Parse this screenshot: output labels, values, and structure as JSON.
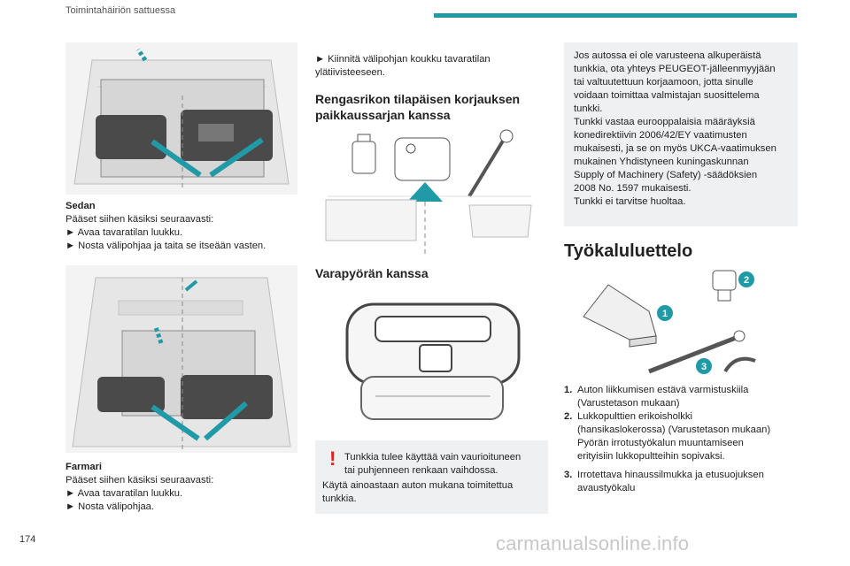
{
  "header": {
    "section_title": "Toimintahäiriön sattuessa",
    "accent_color": "#1f9aa6"
  },
  "page": {
    "number": "174"
  },
  "col1": {
    "sedan": {
      "title": "Sedan",
      "intro": "Pääset siihen käsiksi seuraavasti:",
      "steps": [
        "► Avaa tavaratilan luukku.",
        "► Nosta välipohjaa ja taita se itseään vasten."
      ]
    },
    "farmari": {
      "title": "Farmari",
      "intro": "Pääset siihen käsiksi seuraavasti:",
      "steps": [
        "► Avaa tavaratilan luukku.",
        "► Nosta välipohjaa."
      ]
    }
  },
  "col2": {
    "step_line1": "► Kiinnitä välipohjan koukku tavaratilan",
    "step_line2": "ylätiivisteeseen.",
    "heading_repair_1": "Rengasrikon tilapäisen korjauksen",
    "heading_repair_2": "paikkaussarjan kanssa",
    "heading_spare": "Varapyörän kanssa",
    "warning": {
      "icon": "exclamation-icon",
      "line1": "Tunkkia tulee käyttää vain vaurioituneen",
      "line2": "tai puhjenneen renkaan vaihdossa.",
      "line3": "Käytä ainoastaan auton mukana toimitettua",
      "line4": "tunkkia."
    }
  },
  "col3": {
    "info_lines": [
      "Jos autossa ei ole varusteena alkuperäistä",
      "tunkkia, ota yhteys PEUGEOT-jälleenmyyjään",
      "tai valtuutettuun korjaamoon, jotta sinulle",
      "voidaan toimittaa valmistajan suosittelema",
      "tunkki.",
      "Tunkki vastaa eurooppalaisia määräyksiä",
      "konedirektiivin 2006/42/EY vaatimusten",
      "mukaisesti, ja se on myös UKCA-vaatimuksen",
      "mukainen Yhdistyneen kuningaskunnan",
      "Supply of Machinery (Safety) -säädöksien",
      "2008 No. 1597 mukaisesti.",
      "Tunkki ei tarvitse huoltaa."
    ],
    "heading_tools": "Työkaluluettelo",
    "callouts": [
      "1",
      "2",
      "3"
    ],
    "tools": [
      {
        "num": "1.",
        "lines": [
          "Auton liikkumisen estävä varmistuskiila",
          "(Varustetason mukaan)"
        ]
      },
      {
        "num": "2.",
        "lines": [
          "Lukkopulttien erikoisholkki",
          "(hansikaslokerossa) (Varustetason mukaan)",
          "Pyörän irrotustyökalun muuntamiseen",
          "erityisiin lukkopultteihin sopivaksi."
        ]
      },
      {
        "num": "3.",
        "lines": [
          "Irrotettava hinaussilmukka ja etusuojuksen",
          "avaustyökalu"
        ]
      }
    ]
  },
  "watermark": "carmanualsonline.info"
}
